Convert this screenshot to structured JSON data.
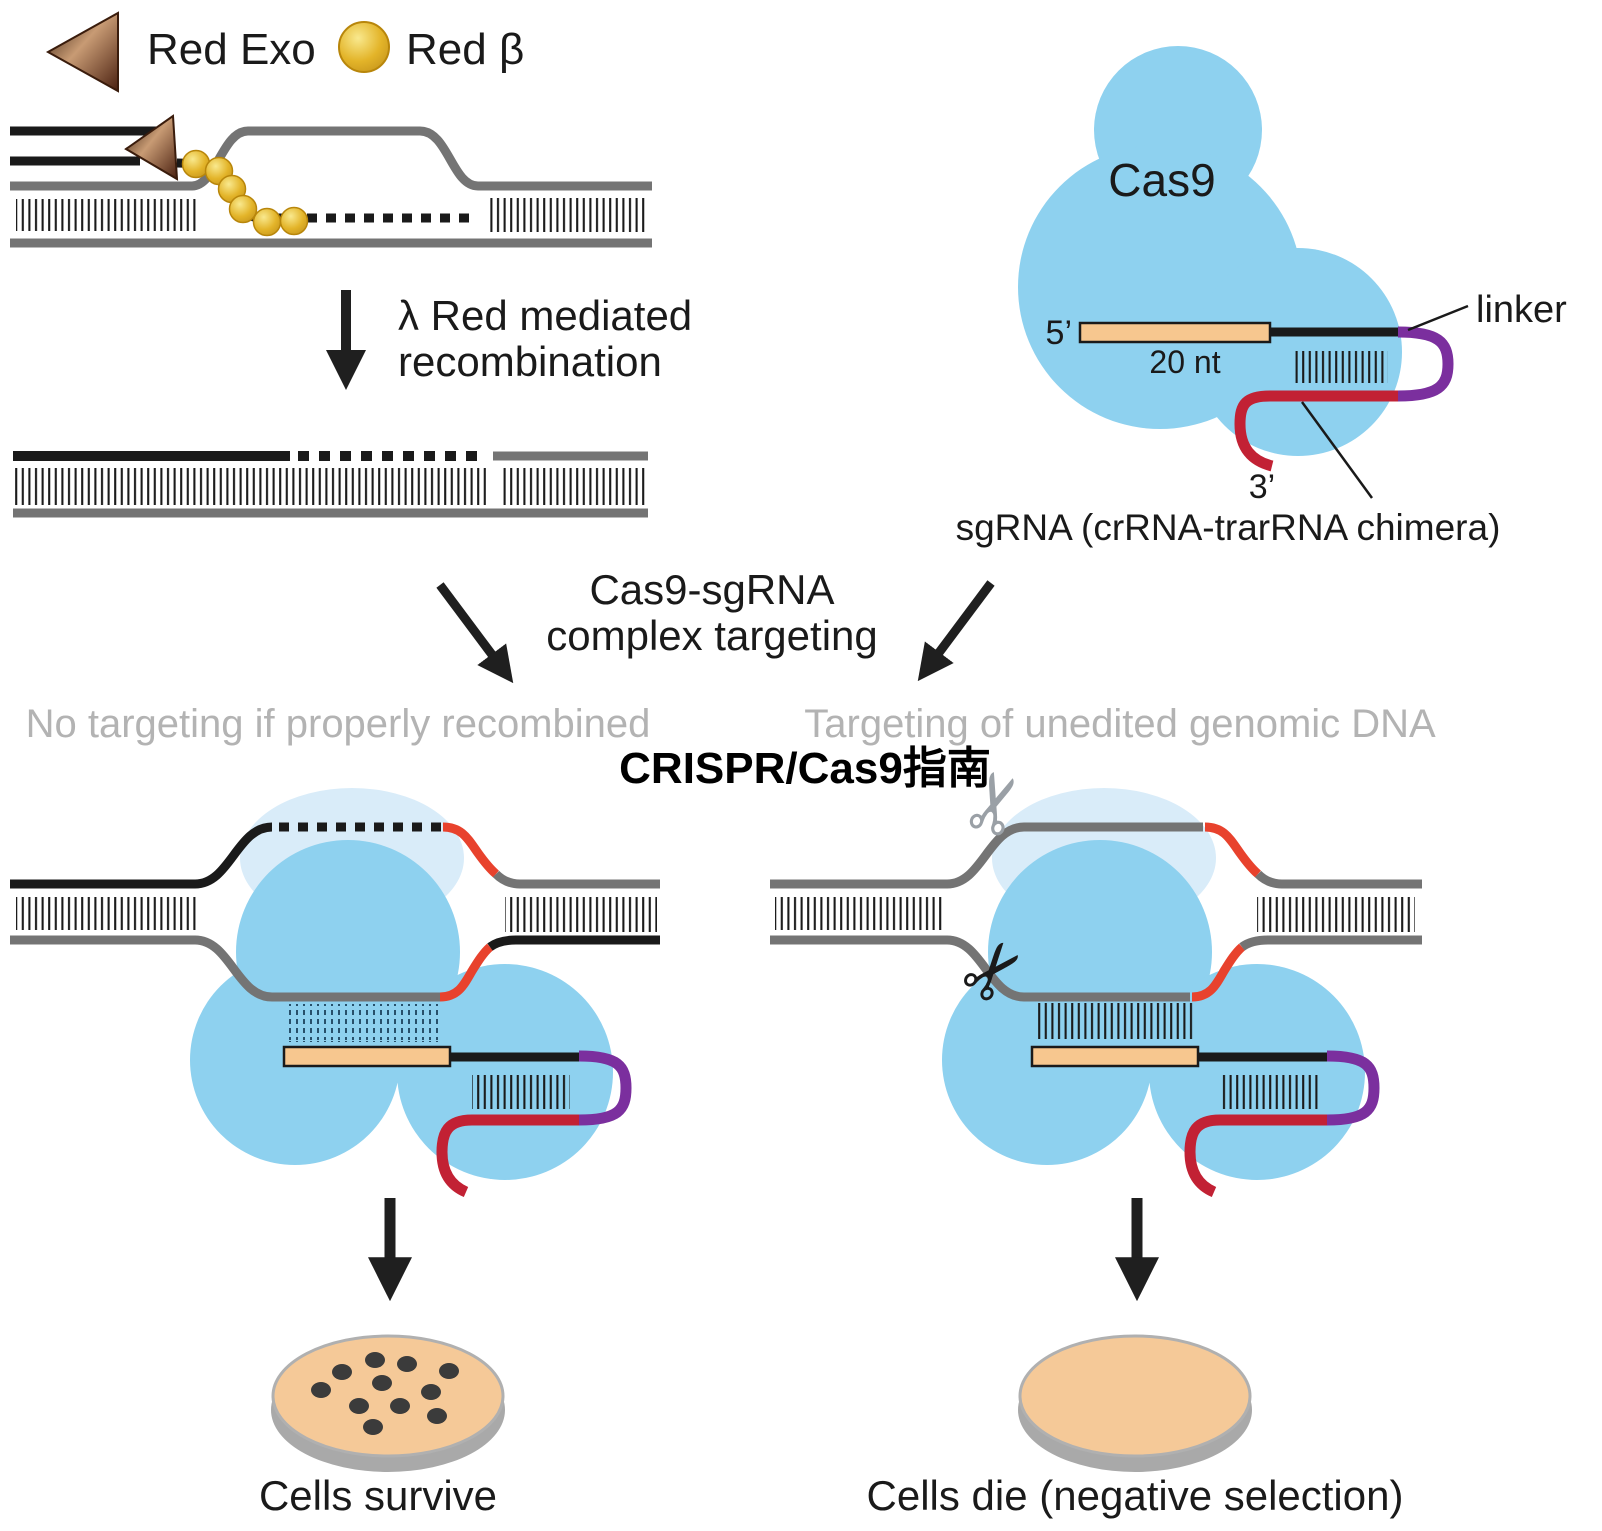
{
  "title_overlay": "CRISPR/Cas9指南",
  "legend": {
    "exo_label": "Red Exo",
    "beta_label": "Red β"
  },
  "steps": {
    "lambda_line1": "λ Red mediated",
    "lambda_line2": "recombination",
    "targeting_line1": "Cas9-sgRNA",
    "targeting_line2": "complex targeting"
  },
  "cas9": {
    "label": "Cas9",
    "five_prime": "5’",
    "spacer_length": "20 nt",
    "linker_label": "linker",
    "three_prime": "3’",
    "caption": "sgRNA (crRNA-trarRNA chimera)"
  },
  "panels": {
    "left_header": "No targeting if properly recombined",
    "right_header": "Targeting of unedited genomic DNA",
    "left_outcome": "Cells survive",
    "right_outcome": "Cells die (negative selection)"
  },
  "icons": {
    "scissors": "✂"
  },
  "colors": {
    "cas9_blue": "#8ed1ef",
    "cas9_light_blue": "#d9ecf9",
    "dna_black": "#1a1a1a",
    "dna_gray": "#747474",
    "edited_red": "#e8422d",
    "sgrna_red": "#c22134",
    "linker_purple": "#7b2f9e",
    "spacer_orange": "#f7c78f",
    "plate_tan": "#f5c998",
    "plate_rim_gray": "#a9a9a9",
    "bead_gold": "#e3b429",
    "exo_brown": "#5a2c1a",
    "header_gray": "#b3b3b3"
  }
}
